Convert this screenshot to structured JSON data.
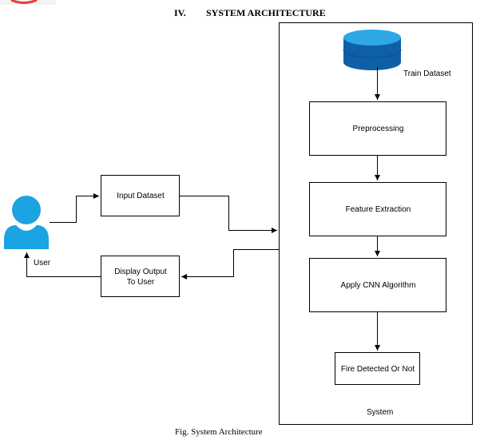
{
  "header": {
    "section_number": "IV.",
    "section_title": "SYSTEM ARCHITECTURE"
  },
  "diagram": {
    "user_label": "User",
    "input_dataset": "Input Dataset",
    "display_output": "Display Output To User",
    "system_label": "System",
    "train_dataset": "Train Dataset",
    "preprocessing": "Preprocessing",
    "feature_extraction": "Feature Extraction",
    "apply_cnn": "Apply CNN Algorithm",
    "fire_detected": "Fire Detected Or Not"
  },
  "caption": "Fig. System Architecture",
  "colors": {
    "user_icon": "#1ba3e2",
    "database_dark": "#0f5fa8",
    "database_light": "#2ea7e6",
    "logo_red": "#e83a3a"
  }
}
